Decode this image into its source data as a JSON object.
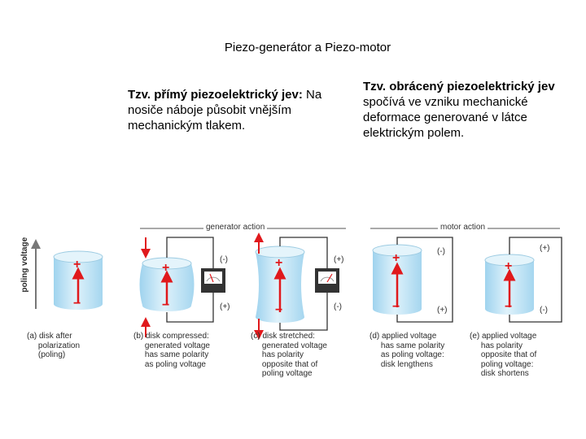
{
  "title": "Piezo-generátor a Piezo-motor",
  "left_text": {
    "bold": "Tzv. přímý piezoelektrický jev:",
    "rest": " Na nosiče náboje působit vnějším mechanickým tlakem."
  },
  "right_text": {
    "bold": "Tzv. obrácený piezoelektrický jev",
    "rest": " spočívá ve vzniku mechanické deformace generované v látce elektrickým polem."
  },
  "figure": {
    "axis_label": "poling voltage",
    "generator_label": "generator action",
    "motor_label": "motor action",
    "captions": {
      "a": "(a) disk after\n     polarization\n     (poling)",
      "b": "(b) disk compressed:\n     generated voltage\n     has same polarity\n     as poling voltage",
      "c": "(c) disk stretched:\n     generated voltage\n     has polarity\n     opposite that of\n     poling voltage",
      "d": "(d) applied voltage\n     has same polarity\n     as poling voltage:\n     disk lengthens",
      "e": "(e) applied voltage\n     has polarity\n     opposite that of\n     poling voltage:\n     disk shortens"
    },
    "terminals": {
      "b_top": "(-)",
      "b_bottom": "(+)",
      "c_top": "(+)",
      "c_bottom": "(-)",
      "d_top": "(-)",
      "d_bottom": "(+)",
      "e_top": "(+)",
      "e_bottom": "(-)"
    },
    "signs": {
      "plus": "+",
      "minus": "−"
    },
    "colors": {
      "disk": "#bfe3f5",
      "disk_edge": "#8cc6e2",
      "arrow": "#e0191c",
      "wire": "#333333"
    }
  }
}
